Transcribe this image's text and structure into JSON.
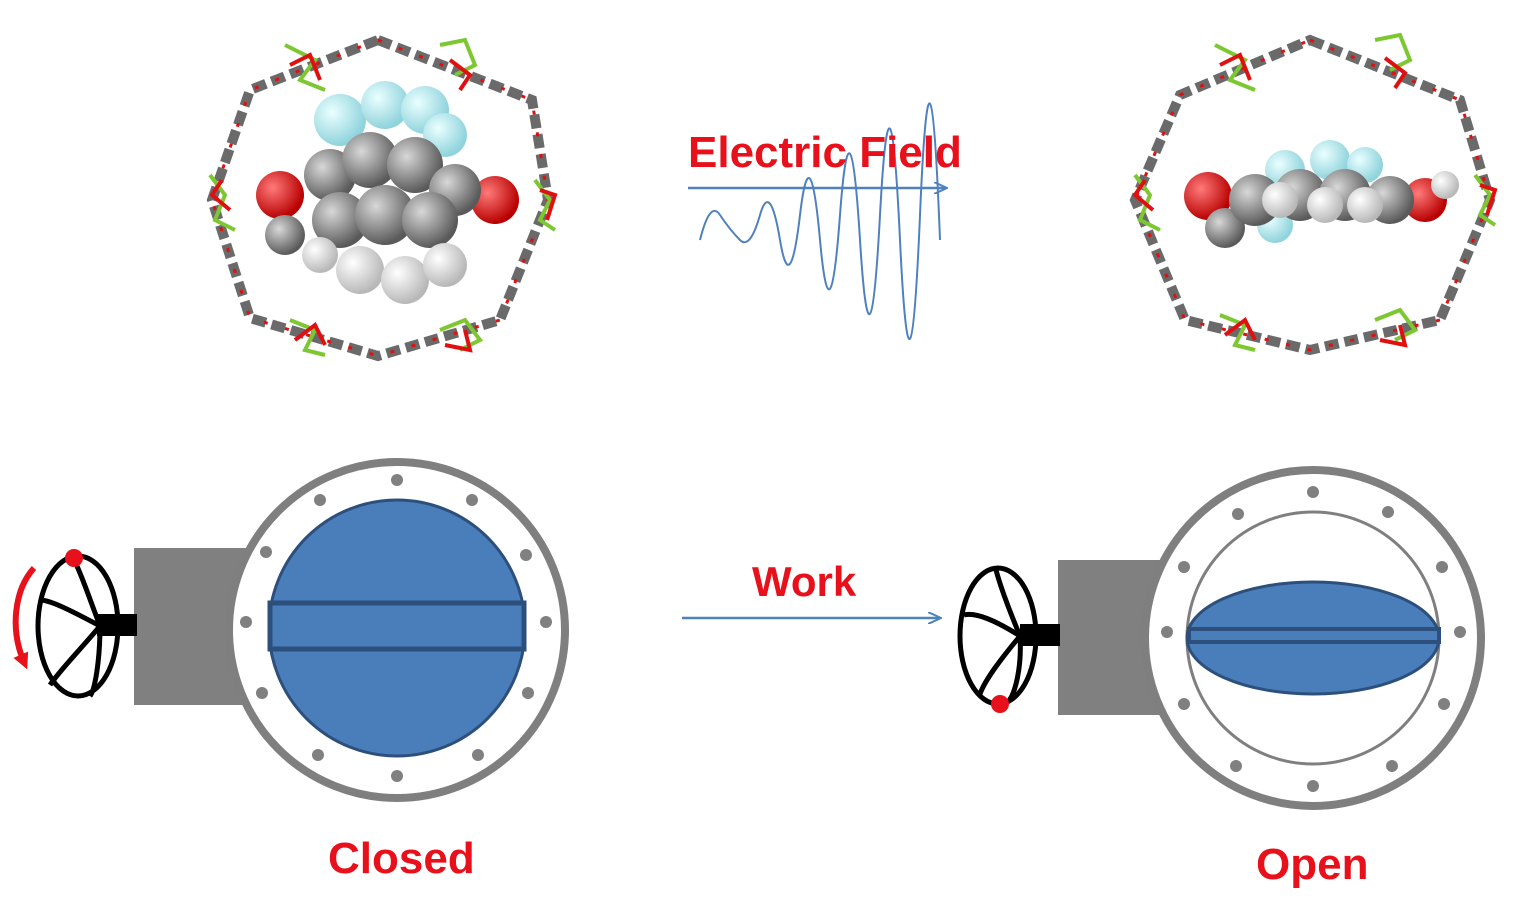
{
  "labels": {
    "electric_field": "Electric Field",
    "work": "Work",
    "closed": "Closed",
    "open": "Open"
  },
  "colors": {
    "label_red": "#e8101a",
    "arrow_blue": "#4f81bd",
    "disc_blue": "#4a7ebb",
    "disc_dark": "#2c4f7c",
    "housing_gray": "#808080",
    "ring_gray": "#7f7f7f",
    "framework_green": "#7dc832",
    "framework_red": "#e01010",
    "carbon_gray": "#6e6e6e",
    "fluorine_cyan": "#a8e8f0",
    "oxygen_red": "#e01818"
  },
  "icons": {
    "mof_closed": "mof-pore-with-perpendicular-rotor-icon",
    "mof_open": "mof-pore-with-parallel-rotor-icon",
    "valve_closed": "butterfly-valve-closed-icon",
    "valve_open": "butterfly-valve-open-icon",
    "field_arrow": "arrow-right-icon",
    "wave": "sine-wave-icon",
    "rotation_arrow": "curved-arrow-icon"
  }
}
